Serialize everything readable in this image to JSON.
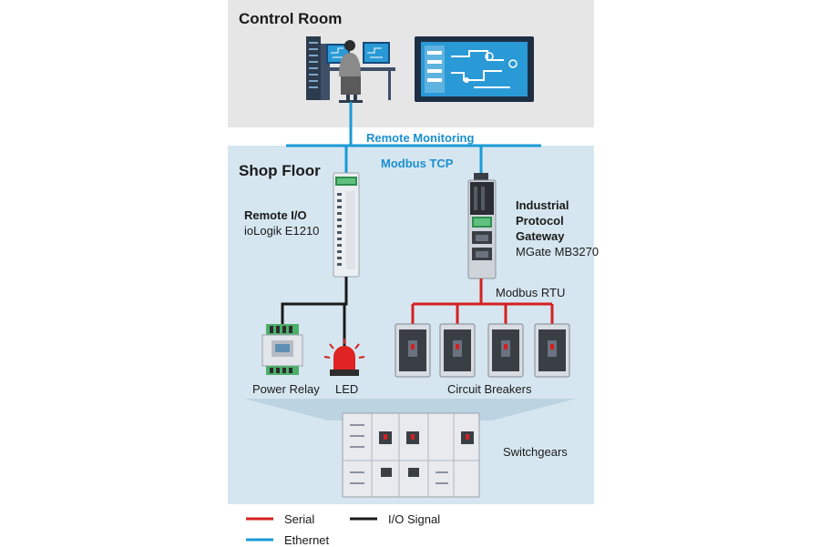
{
  "control_room": {
    "title": "Control Room"
  },
  "shop_floor": {
    "title": "Shop Floor"
  },
  "network": {
    "remote_monitoring": "Remote Monitoring",
    "modbus_tcp": "Modbus TCP",
    "modbus_rtu": "Modbus RTU"
  },
  "remote_io": {
    "title": "Remote I/O",
    "model": "ioLogik E1210"
  },
  "gateway": {
    "title_line1": "Industrial",
    "title_line2": "Protocol",
    "title_line3": "Gateway",
    "model": "MGate MB3270"
  },
  "devices": {
    "power_relay": "Power Relay",
    "led": "LED",
    "circuit_breakers": "Circuit Breakers",
    "switchgears": "Switchgears"
  },
  "legend": {
    "serial": "Serial",
    "io_signal": "I/O Signal",
    "ethernet": "Ethernet"
  },
  "colors": {
    "serial": "#d42020",
    "io_signal": "#1a1a1a",
    "ethernet": "#1a9ad6",
    "control_room_bg": "#e6e6e6",
    "shop_floor_bg": "#d6e6f0"
  }
}
